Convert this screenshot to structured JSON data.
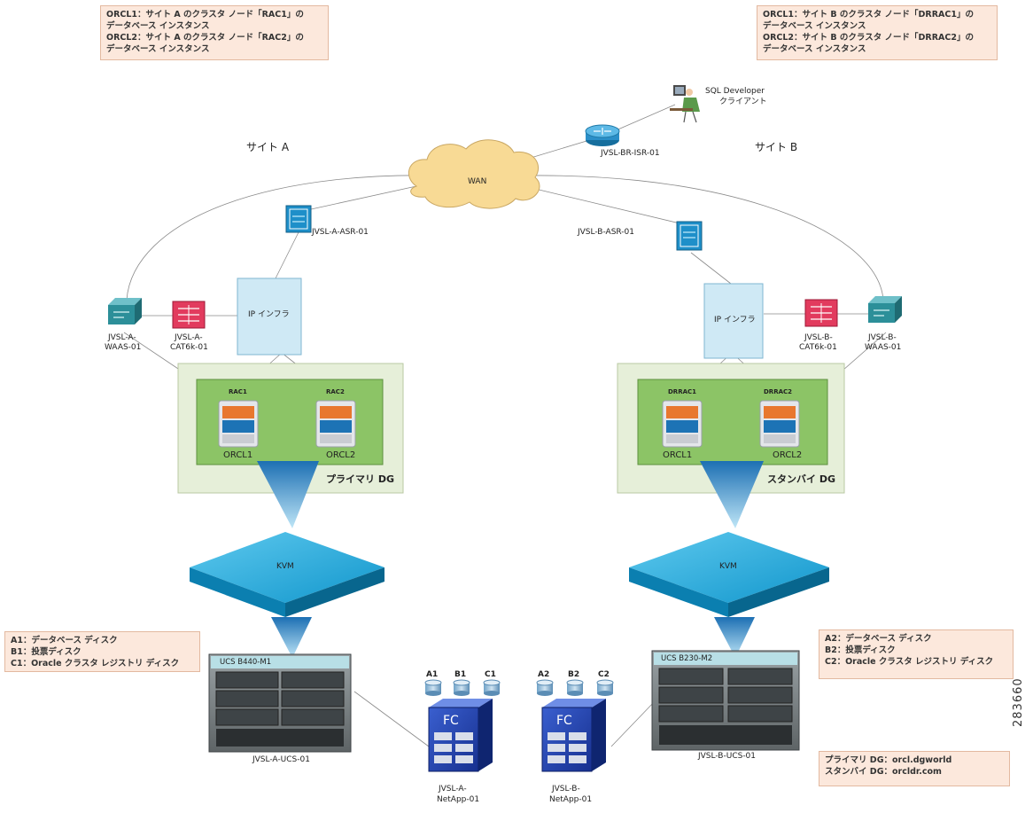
{
  "notes": {
    "site_a_instances": [
      "ORCL1：サイト A のクラスタ ノード「RAC1」の",
      "データベース インスタンス",
      "ORCL2：サイト A のクラスタ ノード「RAC2」の",
      "データベース インスタンス"
    ],
    "site_b_instances": [
      "ORCL1：サイト B のクラスタ ノード「DRRAC1」の",
      "データベース インスタンス",
      "ORCL2：サイト B のクラスタ ノード「DRRAC2」の",
      "データベース インスタンス"
    ],
    "site_a_disks": [
      "A1：データベース ディスク",
      "B1：投票ディスク",
      "C1：Oracle クラスタ レジストリ ディスク"
    ],
    "site_b_disks": [
      "A2：データベース ディスク",
      "B2：投票ディスク",
      "C2：Oracle クラスタ レジストリ ディスク"
    ],
    "dg_names": [
      "プライマリ DG：orcl.dgworld",
      "スタンバイ DG：orcldr.com"
    ]
  },
  "sites": {
    "a": "サイト A",
    "b": "サイト B"
  },
  "wan": {
    "label": "WAN"
  },
  "client": {
    "label_line1": "SQL Developer",
    "label_line2": "クライアント"
  },
  "branch_router": {
    "label": "JVSL-BR-ISR-01"
  },
  "site_a": {
    "router": "JVSL-A-ASR-01",
    "ip_infra": "IP インフラ",
    "waas": [
      "JVSL-A-",
      "WAAS-01"
    ],
    "switch": [
      "JVSL-A-",
      "CAT6k-01"
    ],
    "nodes": [
      {
        "name": "RAC1",
        "db": "ORCL1"
      },
      {
        "name": "RAC2",
        "db": "ORCL2"
      }
    ],
    "dg": "プライマリ DG",
    "kvm": "KVM",
    "chassis_title": "UCS B440-M1",
    "ucs": "JVSL-A-UCS-01",
    "netapp": [
      "JVSL-A-",
      "NetApp-01"
    ],
    "disks": [
      "A1",
      "B1",
      "C1"
    ]
  },
  "site_b": {
    "router": "JVSL-B-ASR-01",
    "ip_infra": "IP インフラ",
    "waas": [
      "JVSL-B-",
      "WAAS-01"
    ],
    "switch": [
      "JVSL-B-",
      "CAT6k-01"
    ],
    "nodes": [
      {
        "name": "DRRAC1",
        "db": "ORCL1"
      },
      {
        "name": "DRRAC2",
        "db": "ORCL2"
      }
    ],
    "dg": "スタンバイ DG",
    "kvm": "KVM",
    "chassis_title": "UCS B230-M2",
    "ucs": "JVSL-B-UCS-01",
    "netapp": [
      "JVSL-B-",
      "NetApp-01"
    ],
    "disks": [
      "A2",
      "B2",
      "C2"
    ]
  },
  "fc_label": "FC",
  "figure_id": "283660",
  "colors": {
    "node_orange": "#e8772e",
    "node_blue": "#1d73b5",
    "kvm": "#1aa3d6",
    "dg_bg": "#e6efd9",
    "dg_inner": "#8cc466",
    "ip_box": "#cfe9f5",
    "cloud": "#f8da95",
    "note_bg": "#fce8dc"
  }
}
